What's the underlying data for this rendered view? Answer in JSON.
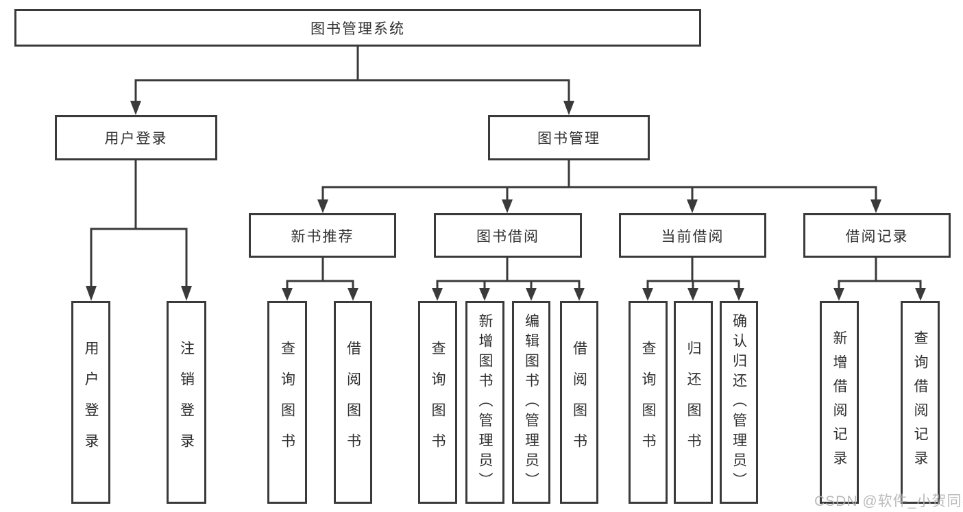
{
  "diagram": {
    "root": {
      "label": "图书管理系统"
    },
    "level2": [
      {
        "id": "user-login",
        "label": "用户登录"
      },
      {
        "id": "book-management",
        "label": "图书管理"
      }
    ],
    "level3": [
      {
        "id": "new-book-recommend",
        "label": "新书推荐"
      },
      {
        "id": "book-borrow",
        "label": "图书借阅"
      },
      {
        "id": "current-borrow",
        "label": "当前借阅"
      },
      {
        "id": "borrow-records",
        "label": "借阅记录"
      }
    ],
    "leaves": [
      {
        "id": "user-login-leaf",
        "label": "用户登录"
      },
      {
        "id": "logout-leaf",
        "label": "注销登录"
      },
      {
        "id": "newbook-query-books",
        "label": "查询图书"
      },
      {
        "id": "newbook-borrow-books",
        "label": "借阅图书"
      },
      {
        "id": "borrow-query-books",
        "label": "查询图书"
      },
      {
        "id": "borrow-add-books-admin",
        "label": "新增图书（管理员）"
      },
      {
        "id": "borrow-edit-books-admin",
        "label": "编辑图书（管理员）"
      },
      {
        "id": "borrow-borrow-books",
        "label": "借阅图书"
      },
      {
        "id": "current-query-books",
        "label": "查询图书"
      },
      {
        "id": "current-return-books",
        "label": "归还图书"
      },
      {
        "id": "current-confirm-return-admin",
        "label": "确认归还（管理员）"
      },
      {
        "id": "records-add-record",
        "label": "新增借阅记录"
      },
      {
        "id": "records-query-record",
        "label": "查询借阅记录"
      }
    ]
  },
  "watermark": {
    "text": "CSDN @软件_小贺同学"
  },
  "colors": {
    "line": "#3a3a3a",
    "box_border": "#3a3a3a",
    "text": "#2f2f2f",
    "watermark": "#b2b2b2",
    "background": "#ffffff"
  }
}
